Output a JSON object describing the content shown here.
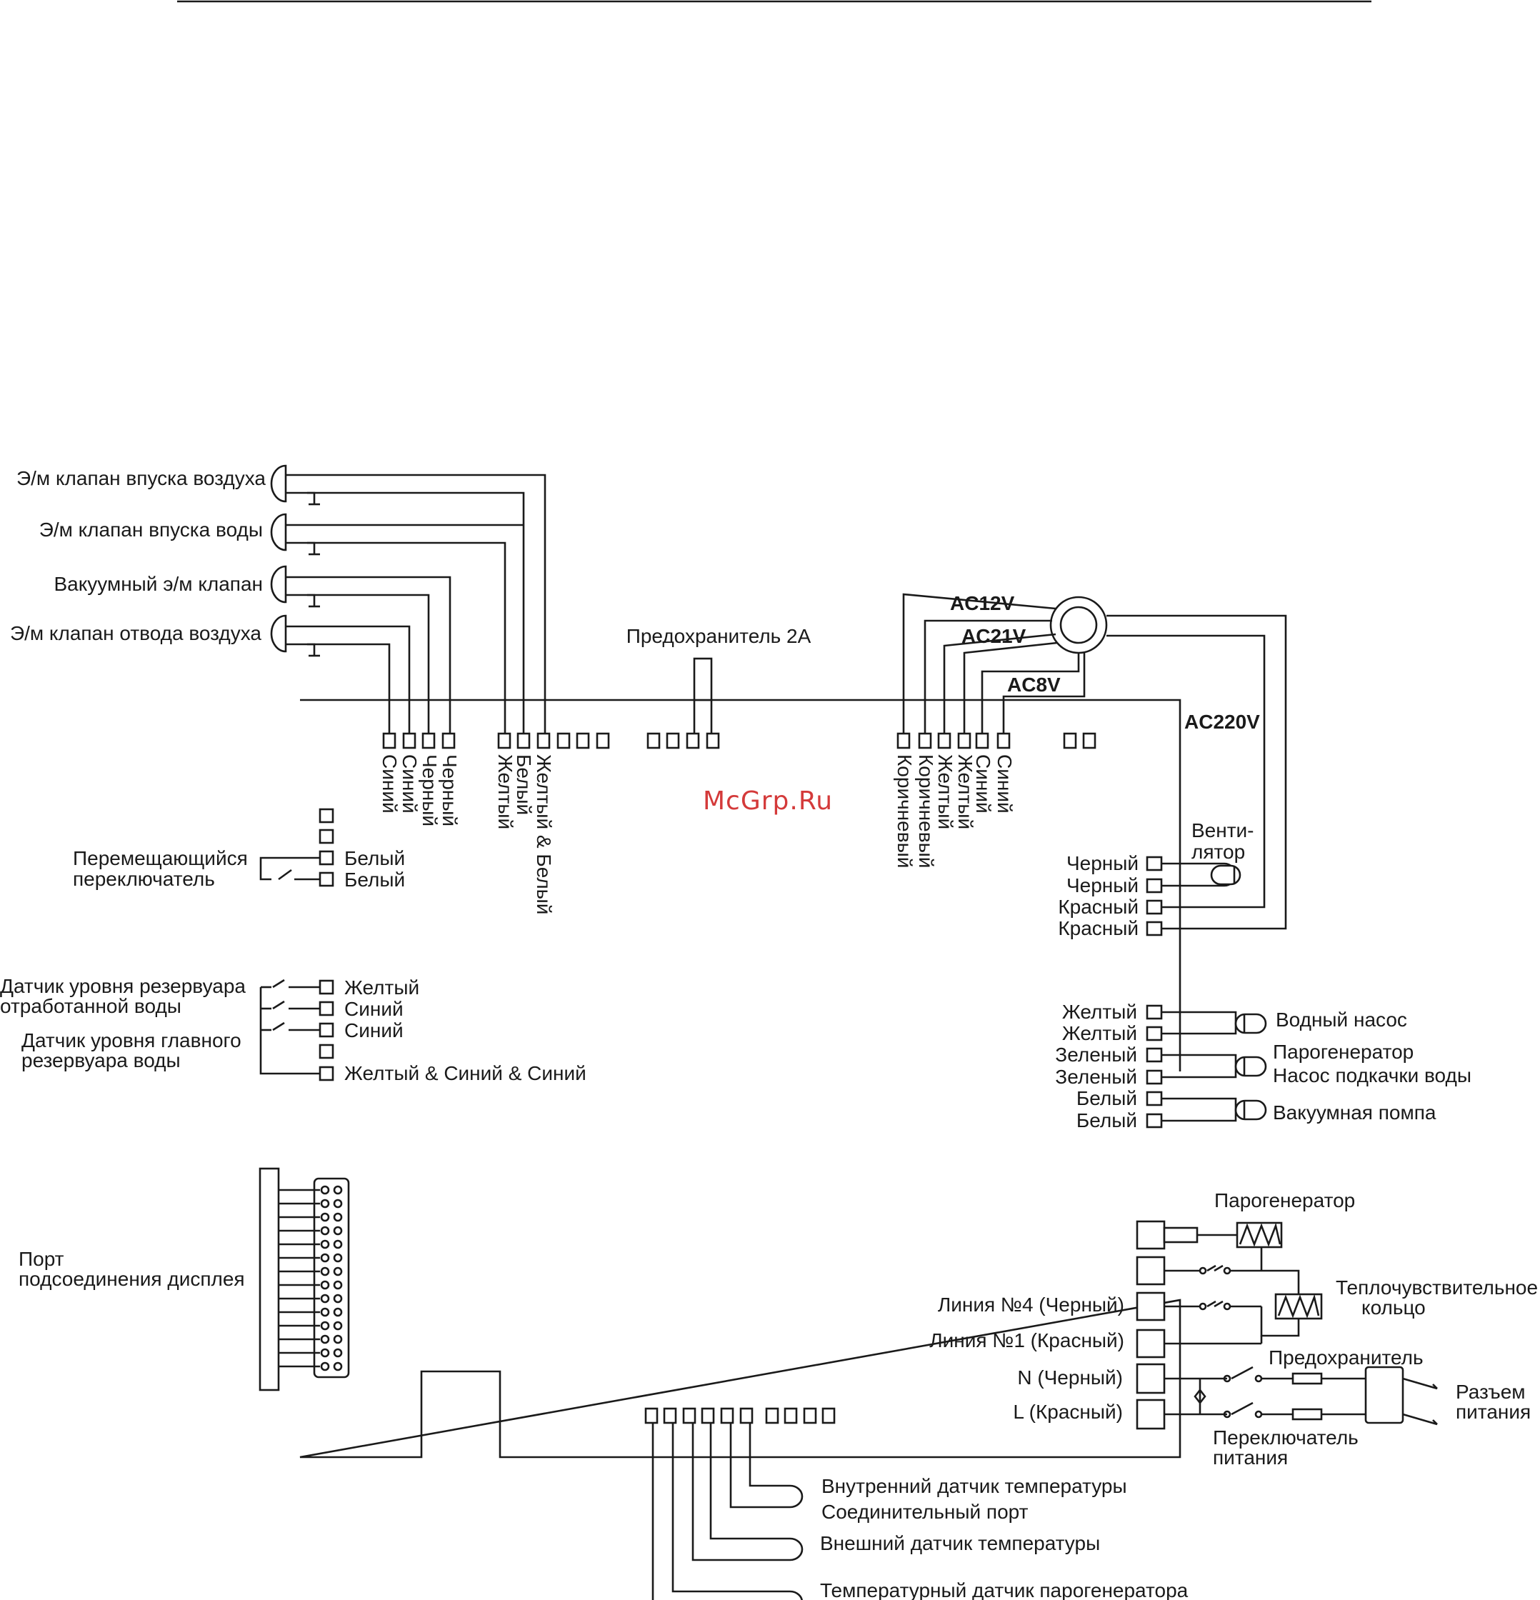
{
  "watermark": "McGrp.Ru",
  "components": {
    "valve_air_in": "Э/м клапан впуска воздуха",
    "valve_water_in": "Э/м клапан впуска воды",
    "valve_vacuum": "Вакуумный э/м клапан",
    "valve_air_out": "Э/м клапан отвода воздуха",
    "fuse_2a": "Предохранитель 2А",
    "moving_switch_1": "Перемещающийся",
    "moving_switch_2": "переключатель",
    "waste_level_1": "Датчик уровня резервуара",
    "waste_level_2": "отработанной воды",
    "main_level_1": "Датчик уровня главного",
    "main_level_2": "резервуара воды",
    "display_port_1": "Порт",
    "display_port_2": "подсоединения дисплея",
    "fan_1": "Венти-",
    "fan_2": "лятор",
    "water_pump": "Водный насос",
    "steam_gen_pump_1": "Парогенератор",
    "steam_gen_pump_2": "Насос подкачки воды",
    "vacuum_pump": "Вакуумная помпа",
    "steam_generator": "Парогенератор",
    "thermo_ring_1": "Теплочувствительное",
    "thermo_ring_2": "кольцо",
    "line4": "Линия №4 (Черный)",
    "line1": "Линия №1 (Красный)",
    "n_black": "N (Черный)",
    "l_red": "L (Красный)",
    "fuse": "Предохранитель",
    "power_conn_1": "Разъем",
    "power_conn_2": "питания",
    "power_switch_1": "Переключатель",
    "power_switch_2": "питания",
    "internal_temp": "Внутренний датчик температуры",
    "connection_port": "Соединительный порт",
    "external_temp": "Внешний датчик температуры",
    "steam_temp": "Температурный датчик парогенератора"
  },
  "transformer_voltages": [
    "AC12V",
    "AC21V",
    "AC8V",
    "AC220V"
  ],
  "top_left_wires": [
    "Синий",
    "Синий",
    "Черный",
    "Черный",
    "Желтый",
    "Белый",
    "Желтый & Белый"
  ],
  "top_right_wires": [
    "Коричневый",
    "Коричневый",
    "Желтый",
    "Желтый",
    "Синий",
    "Синий"
  ],
  "left_wires": {
    "white_1": "Белый",
    "white_2": "Белый",
    "yellow": "Желтый",
    "blue_1": "Синий",
    "blue_2": "Синий",
    "combo": "Желтый & Синий & Синий"
  },
  "right_wires": {
    "fan": [
      "Черный",
      "Черный",
      "Красный",
      "Красный"
    ],
    "pumps": [
      "Желтый",
      "Желтый",
      "Зеленый",
      "Зеленый",
      "Белый",
      "Белый"
    ]
  }
}
